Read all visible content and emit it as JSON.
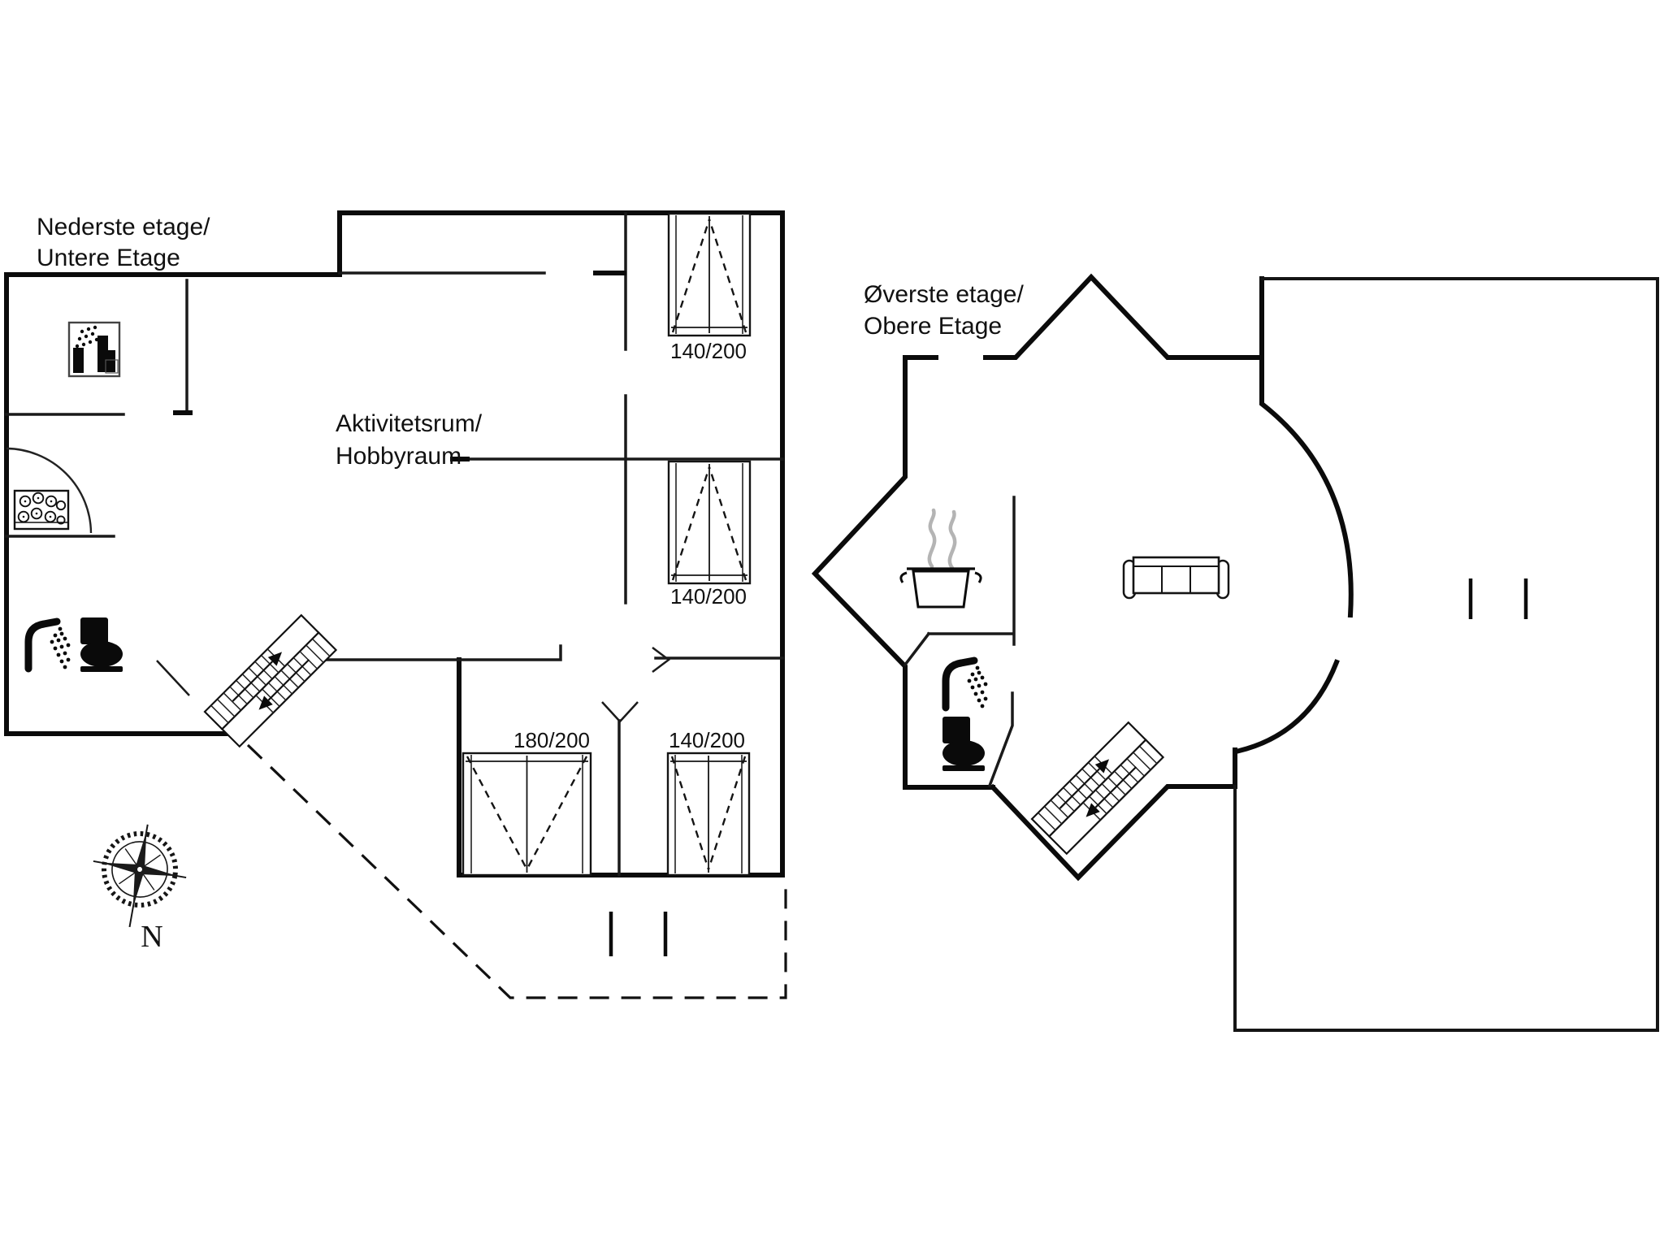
{
  "colors": {
    "background": "#ffffff",
    "wall": "#0b0b0b",
    "steam": "#b4b4b4"
  },
  "floor_plans": {
    "lower": {
      "title_line1": "Nederste etage/",
      "title_line2": "Untere Etage",
      "activity_room_line1": "Aktivitetsrum/",
      "activity_room_line2": "Hobbyraum",
      "beds": [
        {
          "label": "140/200"
        },
        {
          "label": "140/200"
        },
        {
          "label": "180/200"
        },
        {
          "label": "140/200"
        }
      ]
    },
    "upper": {
      "title_line1": "Øverste etage/",
      "title_line2": "Obere Etage"
    }
  },
  "compass": {
    "north_label": "N"
  },
  "icons": {
    "lower_floor": [
      "shower-cabin-icon",
      "whirlpool-icon",
      "hand-shower-icon",
      "toilet-icon",
      "stairs-icon",
      "door-swing-arc",
      "window-mark"
    ],
    "upper_floor": [
      "cooking-pot-icon",
      "steam-icon",
      "sofa-icon",
      "hand-shower-icon",
      "toilet-icon",
      "stairs-icon",
      "window-mark"
    ]
  }
}
